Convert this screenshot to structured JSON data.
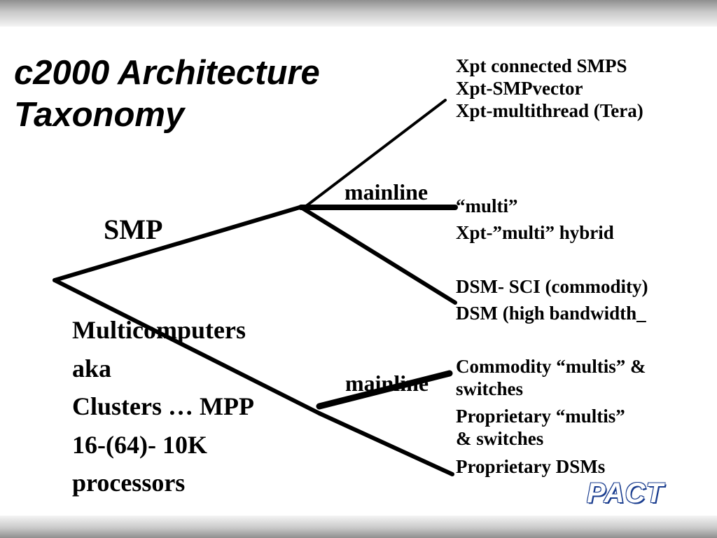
{
  "slide": {
    "title_line1": "c2000 Architecture",
    "title_line2": "Taxonomy"
  },
  "tree": {
    "smp_label": "SMP",
    "multicomputers_lines": [
      "Multicomputers",
      "aka",
      "Clusters … MPP",
      "16-(64)- 10K",
      "processors"
    ],
    "mainline_upper": "mainline",
    "mainline_lower": "mainline",
    "leaves_upper": [
      "Xpt connected SMPS",
      "Xpt-SMPvector",
      "Xpt-multithread (Tera)"
    ],
    "leaves_middle": [
      "“multi”",
      "Xpt-”multi” hybrid"
    ],
    "leaves_dsm": [
      "DSM- SCI (commodity)",
      "DSM (high bandwidth_"
    ],
    "leaves_lower_1": [
      "Commodity “multis” &",
      "switches"
    ],
    "leaves_lower_2": [
      "Proprietary “multis”",
      "& switches"
    ],
    "leaves_lower_3": [
      "Proprietary DSMs"
    ]
  },
  "footer": {
    "logo_text": "PACT"
  }
}
